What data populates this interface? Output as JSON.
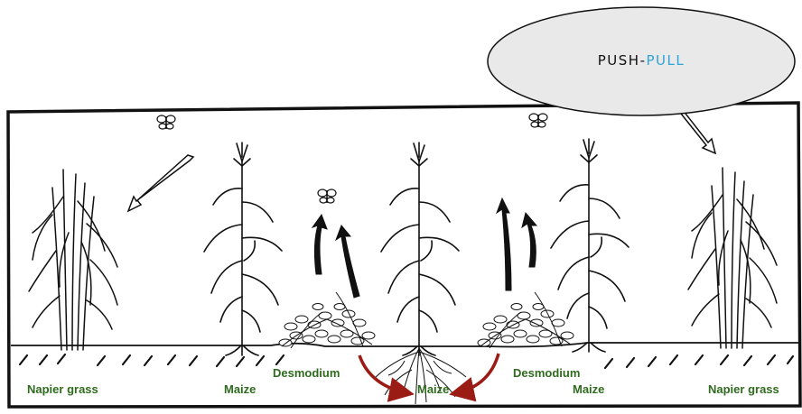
{
  "callout": {
    "push_text": "PUSH-",
    "pull_text": "PULL"
  },
  "labels": {
    "napier_left": "Napier grass",
    "maize_left": "Maize",
    "desmodium_left": "Desmodium",
    "maize_center": "Maize",
    "desmodium_right": "Desmodium",
    "maize_right": "Maize",
    "napier_right": "Napier grass"
  },
  "colors": {
    "label_green": "#2f6b1e",
    "root_arrow_red": "#9b1c14",
    "pull_blue": "#2fa4d6",
    "ink": "#111111",
    "callout_fill": "#e9e9e9"
  },
  "icons": [
    "moth-icon"
  ]
}
